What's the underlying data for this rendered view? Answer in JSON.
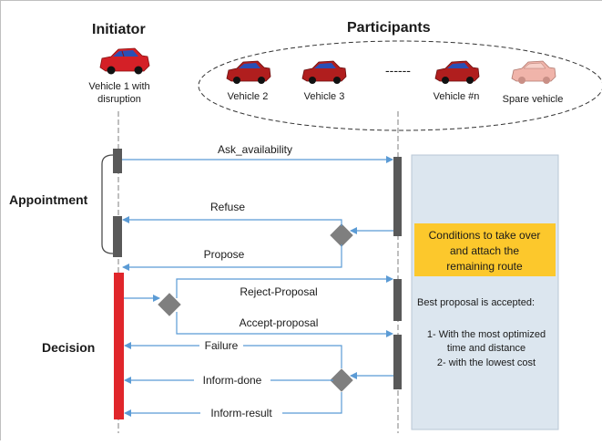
{
  "header": {
    "initiator_title": "Initiator",
    "initiator_vehicle_line1": "Vehicle 1 with",
    "initiator_vehicle_line2": "disruption",
    "participants_title": "Participants"
  },
  "participants": {
    "vehicles": [
      {
        "label": "Vehicle 2",
        "color": "#b01e1e"
      },
      {
        "label": "Vehicle 3",
        "color": "#b01e1e"
      },
      {
        "label": "Vehicle #n",
        "color": "#b01e1e"
      },
      {
        "label": "Spare vehicle",
        "color": "#f0b4aa"
      }
    ],
    "ellipsis": "------"
  },
  "phases": {
    "appointment": "Appointment",
    "decision": "Decision"
  },
  "messages": {
    "ask_availability": "Ask_availability",
    "refuse": "Refuse",
    "propose": "Propose",
    "reject_proposal": "Reject-Proposal",
    "accept_proposal": "Accept-proposal",
    "failure": "Failure",
    "inform_done": "Inform-done",
    "inform_result": "Inform-result"
  },
  "conditions": {
    "title_line1": "Conditions to take over",
    "title_line2": "and attach the",
    "title_line3": "remaining route",
    "intro": "Best proposal is accepted:",
    "item1_line1": "1- With the most optimized",
    "item1_line2": "time and distance",
    "item2": "2- with the lowest cost"
  },
  "colors": {
    "arrow": "#5b9bd5",
    "activation_bar": "#595959",
    "decision_bar": "#e0262b",
    "diamond": "#7f7f7f",
    "panel_bg": "#dce6ef",
    "highlight_box": "#fcc82c",
    "car_initiator": "#d42027"
  }
}
